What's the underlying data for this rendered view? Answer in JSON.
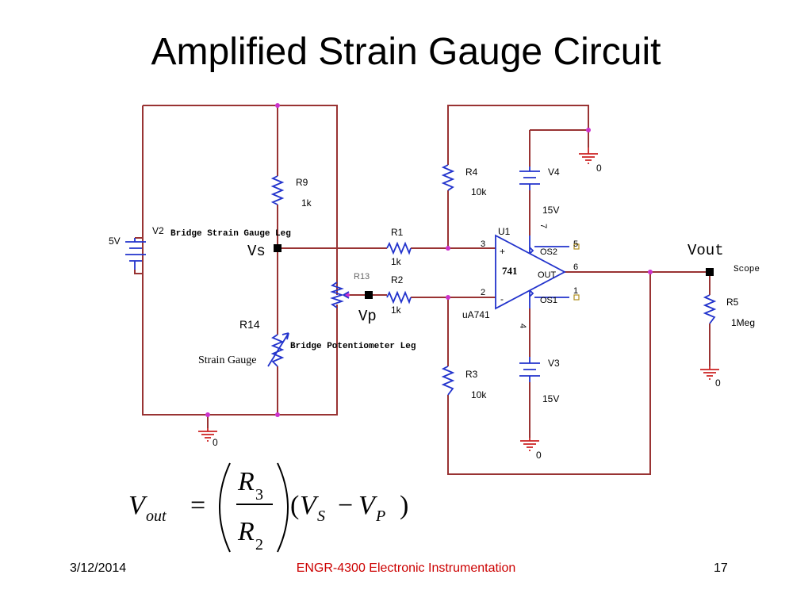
{
  "slide": {
    "title": "Amplified Strain Gauge Circuit",
    "footer_date": "3/12/2014",
    "footer_course": "ENGR-4300  Electronic Instrumentation",
    "page_number": "17"
  },
  "circuit": {
    "labels": {
      "v2_value": "5V",
      "v2_name": "V2",
      "bridge_strain_leg": "Bridge Strain Gauge Leg",
      "bridge_pot_leg": "Bridge Potentiometer Leg",
      "vs_node": "Vs",
      "vp_node": "Vp",
      "vout_node": "Vout",
      "scope": "Scope",
      "r9_name": "R9",
      "r9_value": "1k",
      "r14_name": "R14",
      "strain_gauge": "Strain Gauge",
      "r13_name": "R13",
      "r1_name": "R1",
      "r1_value": "1k",
      "r2_name": "R2",
      "r2_value": "1k",
      "r4_name": "R4",
      "r4_value": "10k",
      "r3_name": "R3",
      "r3_value": "10k",
      "r5_name": "R5",
      "r5_value": "1Meg",
      "v4_name": "V4",
      "v4_value": "15V",
      "v3_name": "V3",
      "v3_value": "15V",
      "u1_name": "U1",
      "u1_part": "uA741",
      "opamp_body": "741",
      "plus_sign": "+",
      "minus_sign": "-",
      "os1": "OS1",
      "os2": "OS2",
      "out_pin": "OUT",
      "pin2": "2",
      "pin3": "3",
      "pin4": "4",
      "pin5": "5",
      "pin6": "6",
      "pin7": "7",
      "pin1": "1",
      "ground": "0"
    }
  },
  "equation": {
    "lhs_var": "V",
    "lhs_sub": "out",
    "equals": "=",
    "num_var": "R",
    "num_sub": "3",
    "den_var": "R",
    "den_sub": "2",
    "open_paren": "(",
    "vs_var": "V",
    "vs_sub": "S",
    "minus": "−",
    "vp_var": "V",
    "vp_sub": "P",
    "close_paren": ")"
  }
}
